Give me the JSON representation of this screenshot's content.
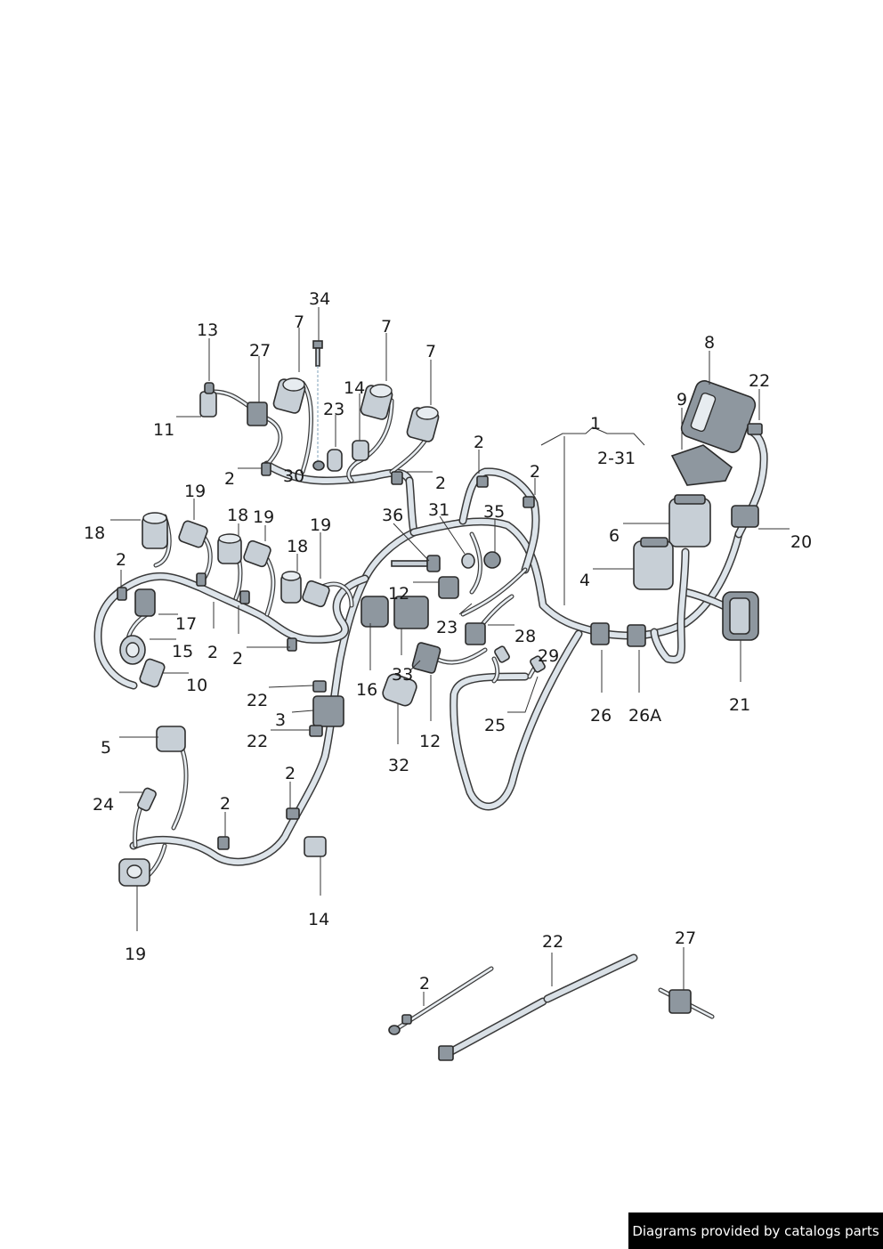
{
  "callouts": [
    {
      "text": "34"
    },
    {
      "text": "13"
    },
    {
      "text": "27"
    },
    {
      "text": "7"
    },
    {
      "text": "7"
    },
    {
      "text": "7"
    },
    {
      "text": "14"
    },
    {
      "text": "23"
    },
    {
      "text": "11"
    },
    {
      "text": "2"
    },
    {
      "text": "30"
    },
    {
      "text": "2"
    },
    {
      "text": "1"
    },
    {
      "text": "2-31"
    },
    {
      "text": "2"
    },
    {
      "text": "2"
    },
    {
      "text": "8"
    },
    {
      "text": "9"
    },
    {
      "text": "22"
    },
    {
      "text": "19"
    },
    {
      "text": "18"
    },
    {
      "text": "19"
    },
    {
      "text": "19"
    },
    {
      "text": "18"
    },
    {
      "text": "18"
    },
    {
      "text": "36"
    },
    {
      "text": "31"
    },
    {
      "text": "35"
    },
    {
      "text": "6"
    },
    {
      "text": "20"
    },
    {
      "text": "4"
    },
    {
      "text": "2"
    },
    {
      "text": "12"
    },
    {
      "text": "17"
    },
    {
      "text": "23"
    },
    {
      "text": "28"
    },
    {
      "text": "15"
    },
    {
      "text": "2"
    },
    {
      "text": "2"
    },
    {
      "text": "29"
    },
    {
      "text": "10"
    },
    {
      "text": "16"
    },
    {
      "text": "33"
    },
    {
      "text": "22"
    },
    {
      "text": "3"
    },
    {
      "text": "22"
    },
    {
      "text": "26"
    },
    {
      "text": "26A"
    },
    {
      "text": "21"
    },
    {
      "text": "25"
    },
    {
      "text": "12"
    },
    {
      "text": "5"
    },
    {
      "text": "32"
    },
    {
      "text": "2"
    },
    {
      "text": "24"
    },
    {
      "text": "2"
    },
    {
      "text": "14"
    },
    {
      "text": "19"
    },
    {
      "text": "22"
    },
    {
      "text": "27"
    },
    {
      "text": "2"
    }
  ],
  "footer": {
    "text": "Diagrams provided by catalogs parts"
  }
}
